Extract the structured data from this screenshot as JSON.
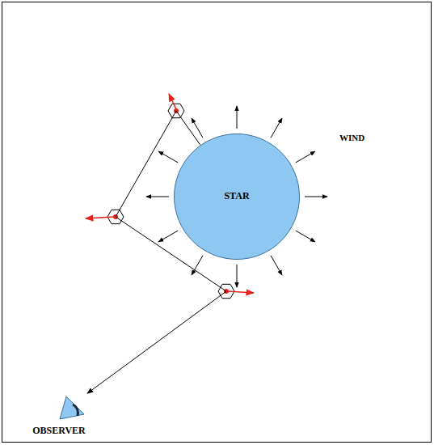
{
  "diagram": {
    "nodes": [
      {
        "text": [
          "WIND"
        ]
      },
      {
        "text": [
          "STAR"
        ],
        "in": 0
      },
      {
        "text": [
          "OBSERVER"
        ]
      }
    ],
    "edges": [
      {
        "from": 1,
        "to": 2,
        "arrow": "to"
      }
    ]
  }
}
